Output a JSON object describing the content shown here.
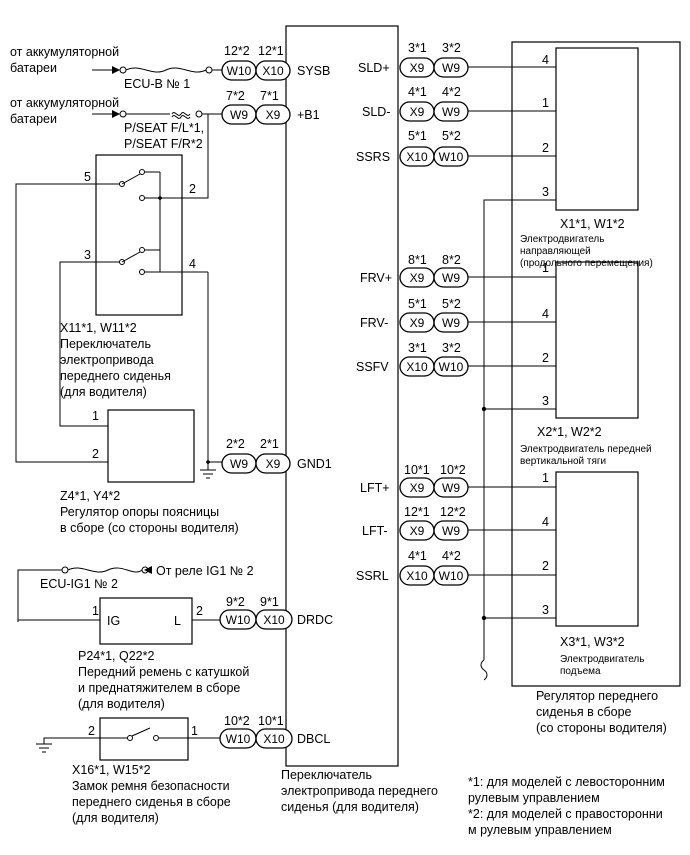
{
  "ecu": {
    "label_lines": [
      "Переключатель",
      "электропривода переднего",
      "сиденья (для водителя)"
    ]
  },
  "left_pins": [
    {
      "name": "SYSB",
      "top_note": [
        "12*2",
        "12*1"
      ],
      "conn": [
        "W10",
        "X10"
      ]
    },
    {
      "name": "+B1",
      "top_note": [
        "7*2",
        "7*1"
      ],
      "conn": [
        "W9",
        "X9"
      ]
    },
    {
      "name": "GND1",
      "top_note": [
        "2*2",
        "2*1"
      ],
      "conn": [
        "W9",
        "X9"
      ]
    },
    {
      "name": "DRDC",
      "top_note": [
        "9*2",
        "9*1"
      ],
      "conn": [
        "W10",
        "X10"
      ]
    },
    {
      "name": "DBCL",
      "top_note": [
        "10*2",
        "10*1"
      ],
      "conn": [
        "W10",
        "X10"
      ]
    }
  ],
  "right_pins": [
    {
      "name": "SLD+",
      "top_note": [
        "3*1",
        "3*2"
      ],
      "conn": [
        "X9",
        "W9"
      ],
      "motor_pin": "4"
    },
    {
      "name": "SLD-",
      "top_note": [
        "4*1",
        "4*2"
      ],
      "conn": [
        "X9",
        "W9"
      ],
      "motor_pin": "1"
    },
    {
      "name": "SSRS",
      "top_note": [
        "5*1",
        "5*2"
      ],
      "conn": [
        "X10",
        "W10"
      ],
      "motor_pin": "2"
    },
    {
      "name": "FRV+",
      "top_note": [
        "8*1",
        "8*2"
      ],
      "conn": [
        "X9",
        "W9"
      ],
      "motor_pin": "1"
    },
    {
      "name": "FRV-",
      "top_note": [
        "5*1",
        "5*2"
      ],
      "conn": [
        "X9",
        "W9"
      ],
      "motor_pin": "4"
    },
    {
      "name": "SSFV",
      "top_note": [
        "3*1",
        "3*2"
      ],
      "conn": [
        "X10",
        "W10"
      ],
      "motor_pin": "2"
    },
    {
      "name": "LFT+",
      "top_note": [
        "10*1",
        "10*2"
      ],
      "conn": [
        "X9",
        "W9"
      ],
      "motor_pin": "1"
    },
    {
      "name": "LFT-",
      "top_note": [
        "12*1",
        "12*2"
      ],
      "conn": [
        "X9",
        "W9"
      ],
      "motor_pin": "4"
    },
    {
      "name": "SSRL",
      "top_note": [
        "4*1",
        "4*2"
      ],
      "conn": [
        "X10",
        "W10"
      ],
      "motor_pin": "2"
    }
  ],
  "motor_ground_pins": [
    "3",
    "3",
    "3"
  ],
  "motors": [
    {
      "code": "X1*1, W1*2",
      "lines": [
        "Электродвигатель",
        "направляющей",
        "(продольного перемещения)"
      ]
    },
    {
      "code": "X2*1, W2*2",
      "lines": [
        "Электродвигатель передней",
        "вертикальной тяги"
      ]
    },
    {
      "code": "X3*1, W3*2",
      "lines": [
        "Электродвигатель",
        "подъема"
      ]
    }
  ],
  "adjuster": {
    "lines": [
      "Регулятор переднего",
      "сиденья в сборе",
      "(со стороны водителя)"
    ]
  },
  "battery1": {
    "lines": [
      "от аккумуляторной",
      "батареи"
    ],
    "fuse": "ECU-B № 1"
  },
  "battery2": {
    "lines": [
      "от аккумуляторной",
      "батареи"
    ],
    "fuse_lines": [
      "P/SEAT F/L*1,",
      "P/SEAT F/R*2"
    ]
  },
  "switch_box": {
    "pins": [
      "5",
      "2",
      "3",
      "4"
    ],
    "code": "X11*1, W11*2",
    "lines": [
      "Переключатель",
      "электропривода",
      "переднего сиденья",
      "(для водителя)"
    ]
  },
  "lumbar": {
    "pins": [
      "1",
      "2"
    ],
    "code": "Z4*1, Y4*2",
    "lines": [
      "Регулятор опоры поясницы",
      "в сборе (со стороны водителя)"
    ]
  },
  "relay": {
    "fuse": "ECU-IG1 № 2",
    "source": "От реле IG1 № 2"
  },
  "belt": {
    "pins": [
      "1",
      "2"
    ],
    "ig": "IG",
    "l": "L",
    "code": "P24*1, Q22*2",
    "lines": [
      "Передний ремень с катушкой",
      "и преднатяжителем в сборе",
      "(для водителя)"
    ]
  },
  "buckle": {
    "pins": [
      "2",
      "1"
    ],
    "code": "X16*1, W15*2",
    "lines": [
      "Замок ремня безопасности",
      "переднего сиденья в сборе",
      "(для водителя)"
    ]
  },
  "footnotes": [
    "*1: для моделей с левосторонним",
    "рулевым управлением",
    "*2: для моделей с правосторонни",
    "м рулевым управлением"
  ]
}
